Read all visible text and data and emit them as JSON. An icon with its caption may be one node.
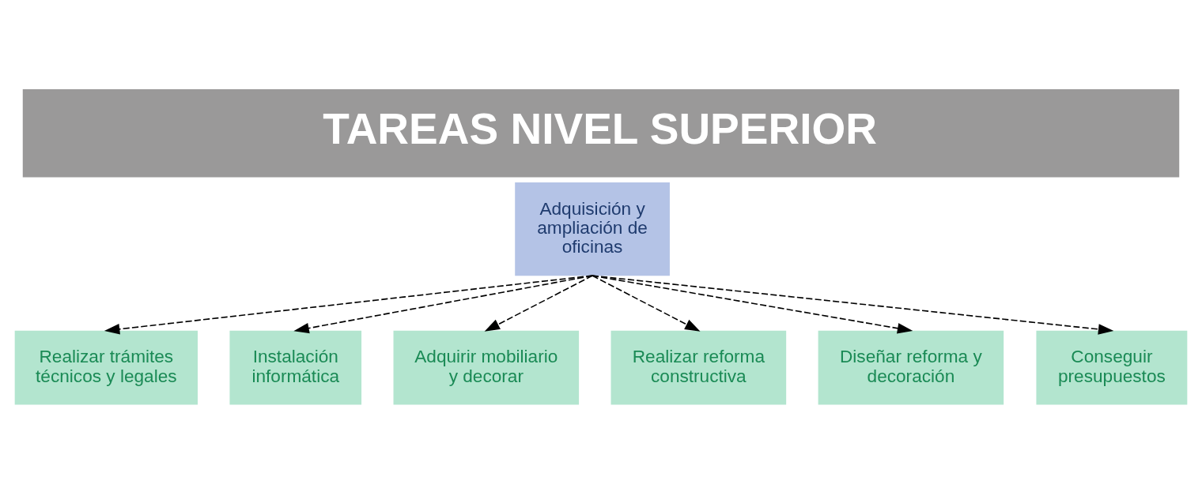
{
  "diagram": {
    "title": "TAREAS NIVEL SUPERIOR",
    "nodes": [
      {
        "text": [
          "Adquisición y ampliación de oficinas"
        ]
      },
      {
        "text": [
          "Realizar trámites técnicos y legales"
        ]
      },
      {
        "text": [
          "Instalación informática"
        ]
      },
      {
        "text": [
          "Adquirir mobiliario y decorar"
        ]
      },
      {
        "text": [
          "Realizar reforma constructiva"
        ]
      },
      {
        "text": [
          "Diseñar reforma y decoración"
        ]
      },
      {
        "text": [
          "Conseguir presupuestos"
        ]
      }
    ],
    "edges": [
      {
        "from": 0,
        "to": 1,
        "arrow": "to",
        "style": "dashed"
      },
      {
        "from": 0,
        "to": 2,
        "arrow": "to",
        "style": "dashed"
      },
      {
        "from": 0,
        "to": 3,
        "arrow": "to",
        "style": "dashed"
      },
      {
        "from": 0,
        "to": 4,
        "arrow": "to",
        "style": "dashed"
      },
      {
        "from": 0,
        "to": 5,
        "arrow": "to",
        "style": "dashed"
      },
      {
        "from": 0,
        "to": 6,
        "arrow": "to",
        "style": "dashed"
      }
    ]
  }
}
